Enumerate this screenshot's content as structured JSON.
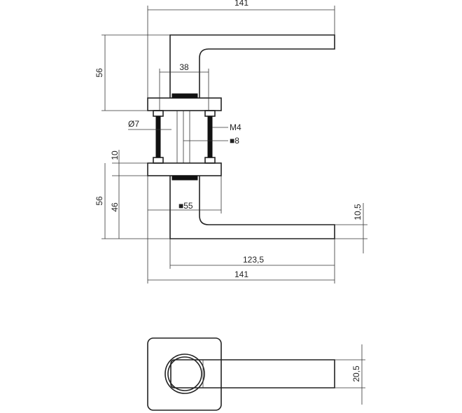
{
  "dimensions": {
    "top_length": "141",
    "upper_height": "56",
    "spindle_spacing": "38",
    "diameter": "Ø7",
    "thread": "M4",
    "spindle_square": "■8",
    "rose_thickness": "10",
    "lower_height": "56",
    "lower_inner": "46",
    "rose_square": "■55",
    "lever_thickness": "10,5",
    "lever_projection": "123,5",
    "bottom_length": "141",
    "lever_width": "20,5"
  }
}
